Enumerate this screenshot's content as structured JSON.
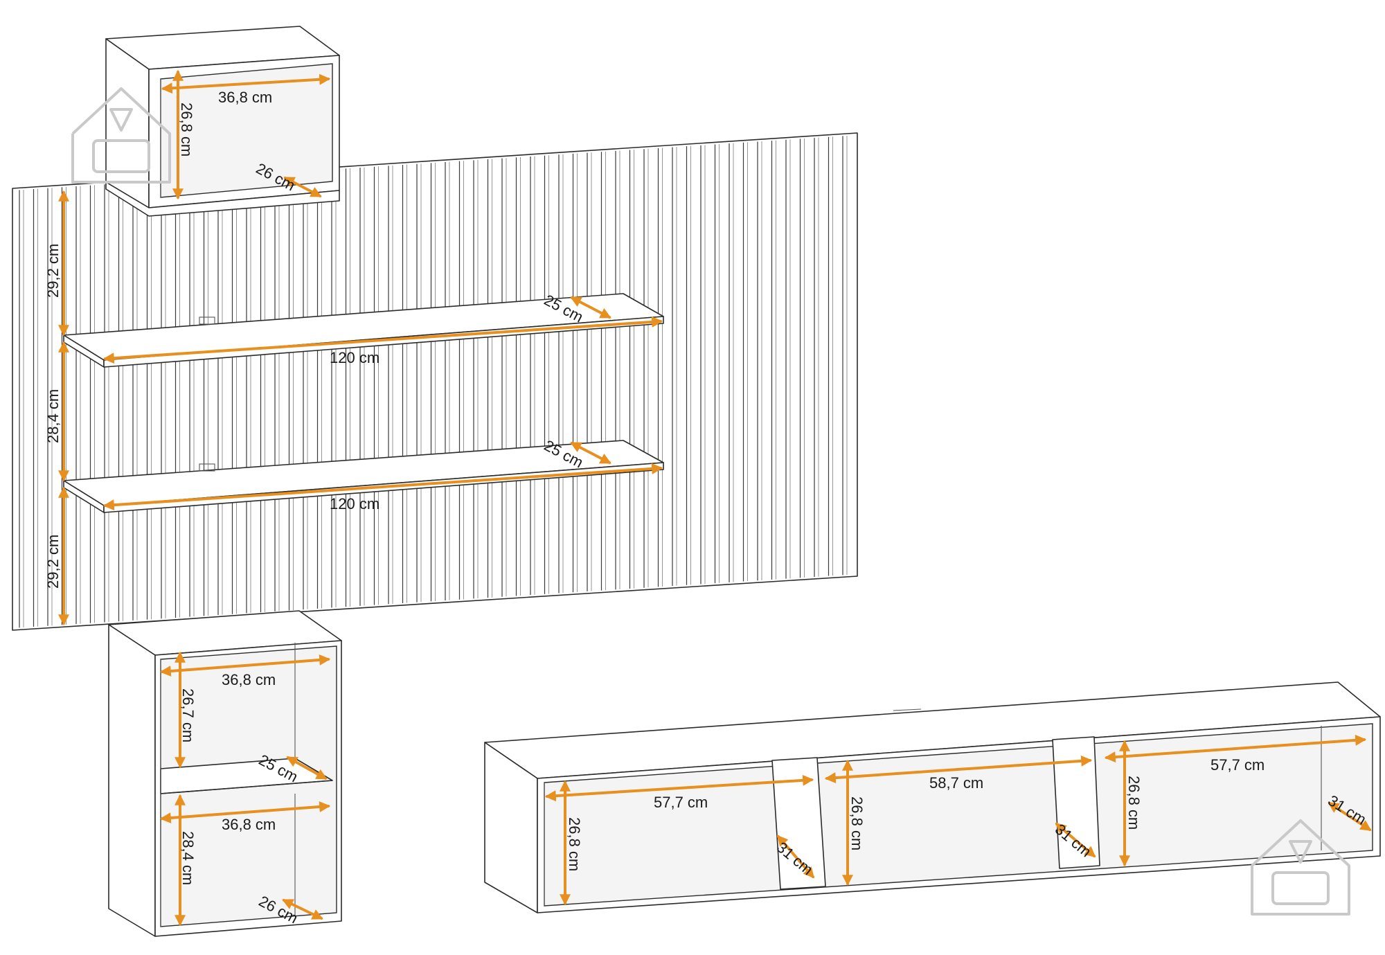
{
  "colors": {
    "dimension": "#e8901f",
    "line": "#2b2b2b",
    "watermark": "#c9c9c9",
    "background": "#ffffff"
  },
  "icons": [
    "house-sofa-watermark-icon"
  ],
  "wall_cube": {
    "width": "36,8 cm",
    "height": "26,8 cm",
    "depth": "26 cm"
  },
  "panel": {
    "gap_top": "29,2 cm",
    "gap_middle": "28,4 cm",
    "gap_bottom": "29,2 cm"
  },
  "shelf_top": {
    "width": "120 cm",
    "depth": "25 cm"
  },
  "shelf_bottom": {
    "width": "120 cm",
    "depth": "25 cm"
  },
  "cabinet": {
    "upper_width": "36,8 cm",
    "upper_height": "26,7 cm",
    "upper_depth": "25 cm",
    "lower_width": "36,8 cm",
    "lower_height": "28,4 cm",
    "lower_depth": "26 cm"
  },
  "tv_unit": {
    "left_width": "57,7 cm",
    "left_height": "26,8 cm",
    "left_depth": "31 cm",
    "mid_width": "58,7 cm",
    "mid_height": "26,8 cm",
    "mid_depth": "31 cm",
    "right_width": "57,7 cm",
    "right_height": "26,8 cm",
    "right_depth": "31 cm"
  }
}
